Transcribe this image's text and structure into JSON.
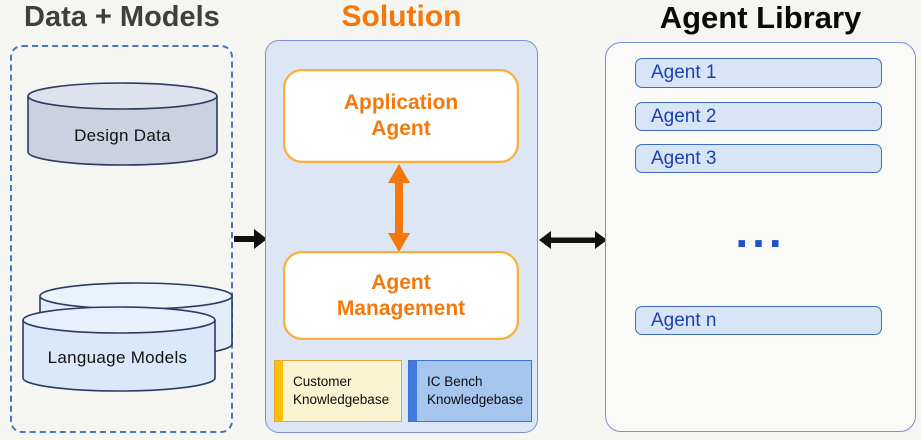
{
  "diagram": {
    "left": {
      "title": "Data + Models",
      "design_data_label": "Design Data",
      "language_models_label": "Language Models"
    },
    "solution": {
      "title": "Solution",
      "application_agent_label": "Application Agent",
      "agent_management_label": "Agent Management",
      "customer_kb_label": "Customer Knowledgebase",
      "ic_bench_kb_label": "IC Bench Knowledgebase"
    },
    "library": {
      "title": "Agent Library",
      "agents": [
        "Agent 1",
        "Agent 2",
        "Agent 3"
      ],
      "ellipsis": "...",
      "agent_n_label": "Agent n"
    },
    "colors": {
      "accent_orange": "#f5780a",
      "accent_gold": "#ffc000",
      "title_gray": "#3f3f3f",
      "panel_border_blue": "#7b8fd2",
      "solution_fill": "#dce6f4",
      "dashed_border_blue": "#4477bb",
      "kb_yellow_fill": "#faf3d1",
      "kb_blue_fill": "#a6c5ef",
      "kb_blue_bar": "#3d7bde",
      "agent_item_fill": "#d7e5f7",
      "agent_item_border": "#3d6bbf",
      "agent_item_text": "#1e3fae",
      "design_cylinder_fill": "#cbd1de",
      "language_cylinder_fill": "#d9e8fa",
      "arrow_black": "#111111"
    }
  }
}
